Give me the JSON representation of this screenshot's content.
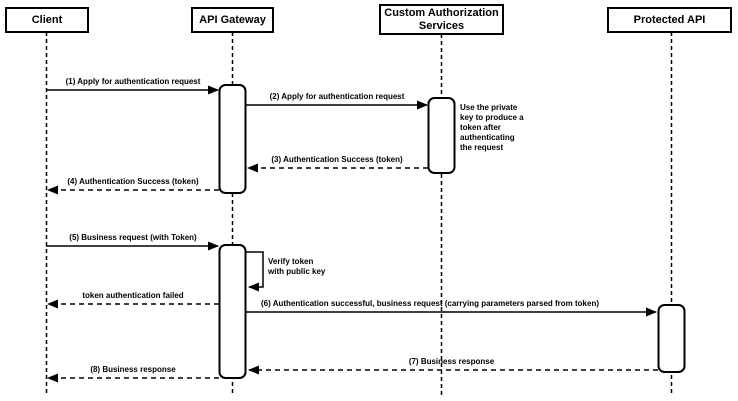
{
  "diagram": {
    "type": "uml-sequence-diagram",
    "colors": {
      "line": "#000000",
      "background": "#ffffff",
      "shape_fill": "#ffffff"
    },
    "actors": [
      {
        "id": "client",
        "label": "Client"
      },
      {
        "id": "api-gateway",
        "label": "API Gateway"
      },
      {
        "id": "custom-auth",
        "label": "Custom Authorization\nServices"
      },
      {
        "id": "protected-api",
        "label": "Protected API"
      }
    ],
    "messages": [
      {
        "seq": "1",
        "label": "(1) Apply for authentication request",
        "from": "Client",
        "to": "API Gateway",
        "line": "solid"
      },
      {
        "seq": "2",
        "label": "(2) Apply for authentication request",
        "from": "API Gateway",
        "to": "Custom Authorization Services",
        "line": "solid"
      },
      {
        "seq": "3",
        "label": "(3) Authentication Success (token)",
        "from": "Custom Authorization Services",
        "to": "API Gateway",
        "line": "dashed"
      },
      {
        "seq": "4",
        "label": "(4) Authentication Success (token)",
        "from": "API Gateway",
        "to": "Client",
        "line": "dashed"
      },
      {
        "seq": "5",
        "label": "(5) Business request (with Token)",
        "from": "Client",
        "to": "API Gateway",
        "line": "solid"
      },
      {
        "seq": "self",
        "label": "Verify token\nwith public key",
        "from": "API Gateway",
        "to": "API Gateway",
        "line": "solid"
      },
      {
        "seq": "",
        "label": "token authentication failed",
        "from": "API Gateway",
        "to": "Client",
        "line": "dashed"
      },
      {
        "seq": "6",
        "label": "(6) Authentication successful, business request (carrying parameters parsed from token)",
        "from": "API Gateway",
        "to": "Protected API",
        "line": "solid"
      },
      {
        "seq": "7",
        "label": "(7) Business response",
        "from": "Protected API",
        "to": "API Gateway",
        "line": "dashed"
      },
      {
        "seq": "8",
        "label": "(8) Business response",
        "from": "API Gateway",
        "to": "Client",
        "line": "dashed"
      }
    ],
    "notes": [
      {
        "id": "private-key-note",
        "label": "Use the private\nkey to produce a\ntoken after\nauthenticating\nthe request",
        "attached_to": "Custom Authorization Services"
      }
    ]
  }
}
